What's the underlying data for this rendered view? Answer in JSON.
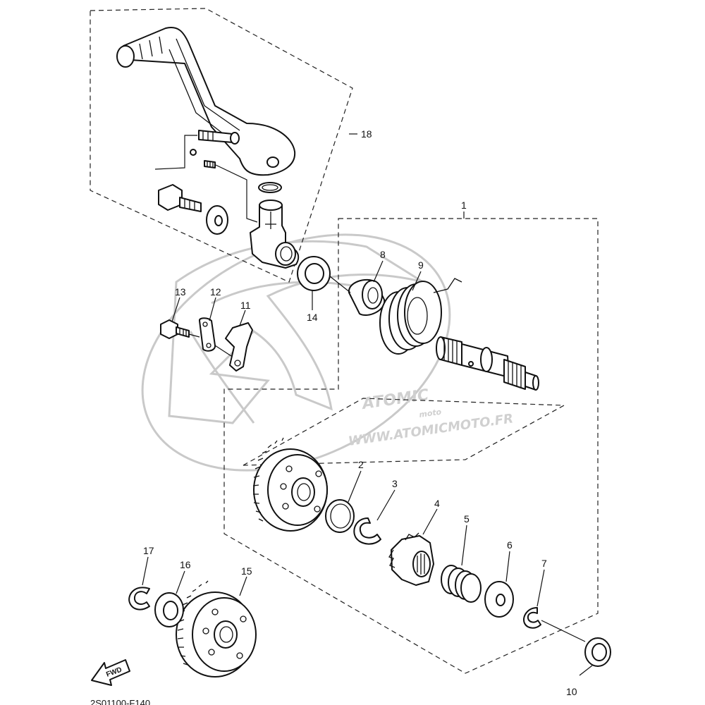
{
  "callouts": {
    "n1": "1",
    "n2": "2",
    "n3": "3",
    "n4": "4",
    "n5": "5",
    "n6": "6",
    "n7": "7",
    "n8": "8",
    "n9": "9",
    "n10": "10",
    "n11": "11",
    "n12": "12",
    "n13": "13",
    "n14": "14",
    "n15": "15",
    "n16": "16",
    "n17": "17",
    "n18": "18"
  },
  "watermark": {
    "brand": "ATOMIC",
    "sub": "moto",
    "url": "WWW.ATOMICMOTO.FR"
  },
  "fwd_label": "FWD",
  "drawing_code": "2S01100-F140"
}
